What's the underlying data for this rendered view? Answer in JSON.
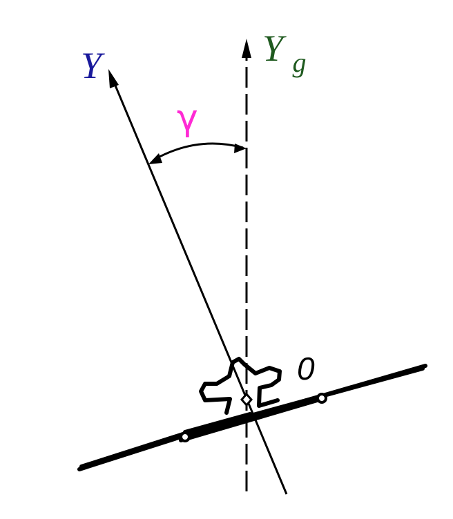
{
  "labels": {
    "body_axis": "Y",
    "ground_axis_base": "Y",
    "ground_axis_sub": "g",
    "roll_angle": "γ",
    "origin": "0"
  },
  "colors": {
    "body_axis": "#1a1a9c",
    "ground_axis": "#1f5a1f",
    "roll_angle": "#ff2ad4",
    "origin": "#000000",
    "lines": "#000000"
  }
}
